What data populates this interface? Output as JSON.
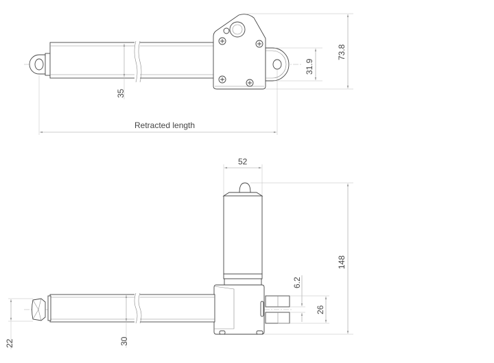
{
  "top_view": {
    "dim_tube_diameter": "35",
    "dim_clevis_height": "31.9",
    "dim_housing_height": "73.8",
    "retracted_length_label": "Retracted length"
  },
  "side_view": {
    "dim_motor_width": "52",
    "dim_total_height": "148",
    "dim_slot_width": "6.2",
    "dim_clevis_width": "26",
    "dim_rod_end": "22",
    "dim_tube_diameter": "30"
  },
  "colors": {
    "line": "#444444",
    "dimension": "#999999"
  }
}
